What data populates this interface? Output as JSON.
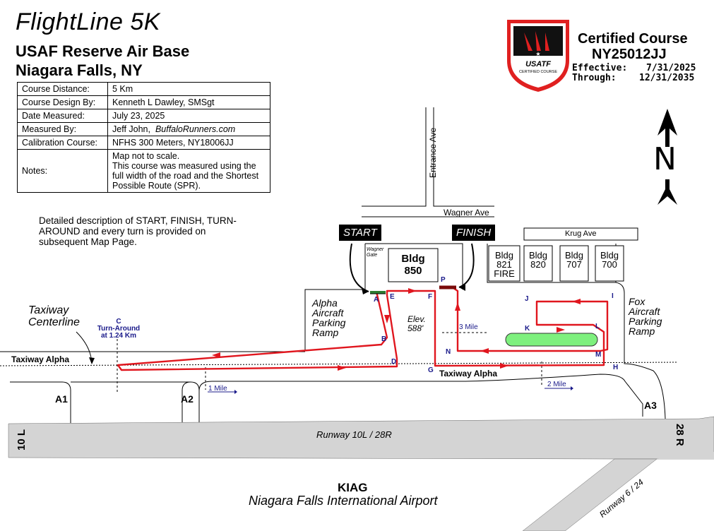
{
  "header": {
    "title": "FlightLine 5K",
    "subtitle1": "USAF Reserve Air Base",
    "subtitle2": "Niagara Falls, NY"
  },
  "course_table": [
    {
      "label": "Course Distance:",
      "value": "5 Km"
    },
    {
      "label": "Course Design By:",
      "value": "Kenneth L Dawley, SMSgt"
    },
    {
      "label": "Date Measured:",
      "value": "July 23, 2025"
    },
    {
      "label": "Measured By:",
      "value": "Jeff John,",
      "value_extra": "BuffaloRunners.com"
    },
    {
      "label": "Calibration Course:",
      "value": "NFHS 300 Meters, NY18006JJ"
    },
    {
      "label": "Notes:",
      "value_lines": [
        "Map not to scale.",
        "This course was measured using the full width of the road and the Shortest Possible Route (SPR)."
      ]
    }
  ],
  "description": "Detailed description of START, FINISH, TURN-AROUND and every turn is provided on subsequent Map Page.",
  "certification": {
    "logo_text": "USATF",
    "logo_sub": "CERTIFIED COURSE",
    "title": "Certified Course",
    "course_id": "NY25012JJ",
    "effective_label": "Effective:",
    "effective_date": "7/31/2025",
    "through_label": "Through:",
    "through_date": "12/31/2035"
  },
  "north_arrow": {
    "label": "N"
  },
  "map": {
    "start_label": "START",
    "finish_label": "FINISH",
    "streets": {
      "entrance": "Entrance Ave",
      "wagner": "Wagner Ave",
      "krug": "Krug Ave",
      "wagner_gate": "Wagner Gate"
    },
    "buildings": [
      {
        "name": "Bldg",
        "num": "850"
      },
      {
        "name": "Bldg",
        "num": "821",
        "extra": "FIRE"
      },
      {
        "name": "Bldg",
        "num": "820"
      },
      {
        "name": "Bldg",
        "num": "707"
      },
      {
        "name": "Bldg",
        "num": "700"
      }
    ],
    "alpha_ramp": [
      "Alpha",
      "Aircraft",
      "Parking",
      "Ramp"
    ],
    "fox_ramp": [
      "Fox",
      "Aircraft",
      "Parking",
      "Ramp"
    ],
    "elevation": [
      "Elev.",
      "588'"
    ],
    "taxiway_centerline": [
      "Taxiway",
      "Centerline"
    ],
    "taxiway_alpha_left": "Taxiway Alpha",
    "taxiway_alpha_mid": "Taxiway Alpha",
    "turnaround": [
      "C",
      "Turn-Around",
      "at 1.24 Km"
    ],
    "mile_markers": [
      "1 Mile",
      "2 Mile",
      "3 Mile"
    ],
    "points": [
      "A",
      "B",
      "D",
      "E",
      "F",
      "G",
      "H",
      "I",
      "J",
      "K",
      "L",
      "M",
      "N",
      "P"
    ],
    "connectors": [
      "A1",
      "A2",
      "A3"
    ],
    "runway_main": "Runway 10L / 28R",
    "runway_left_end": "10 L",
    "runway_right_end": "28 R",
    "runway_diag": "Runway 6 / 24",
    "airport_code": "KIAG",
    "airport_name": "Niagara Falls International Airport"
  },
  "colors": {
    "route": "#e0161e",
    "runway": "#d4d4d4",
    "turnaround_blue": "#1a1a8a",
    "green": "#7ef07e"
  }
}
